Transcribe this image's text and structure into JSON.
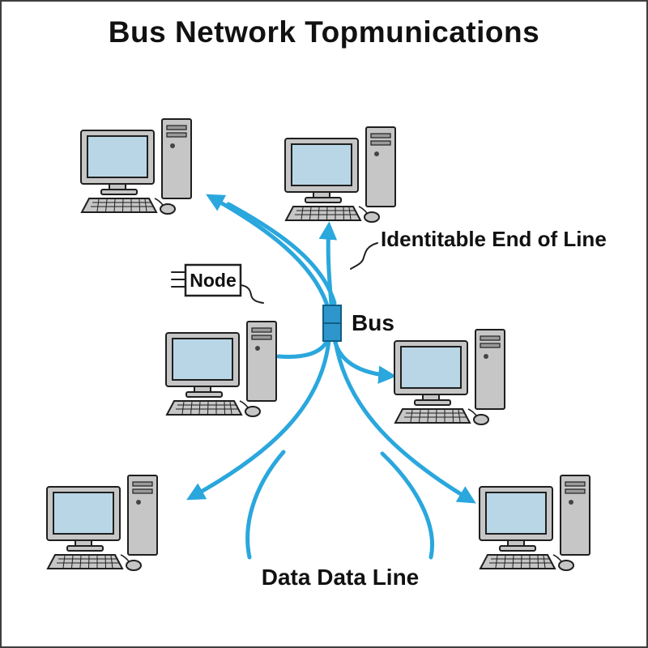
{
  "diagram": {
    "title": "Bus Network Topmunications",
    "bus_label": "Bus",
    "node_label": "Node",
    "end_of_line_label": "Identitable End of Line",
    "data_line_label": "Data Data Line",
    "computers": [
      {
        "id": "top-left"
      },
      {
        "id": "top-center"
      },
      {
        "id": "mid-left"
      },
      {
        "id": "mid-right"
      },
      {
        "id": "bottom-left"
      },
      {
        "id": "bottom-right"
      }
    ],
    "colors": {
      "line": "#2aa7dd",
      "bus-fill": "#2f96cc",
      "bus-stroke": "#0d5f86",
      "screen": "#b8d6e6",
      "body-gray": "#c6c6c6",
      "outline": "#1f1f1f",
      "text": "#111111"
    }
  }
}
